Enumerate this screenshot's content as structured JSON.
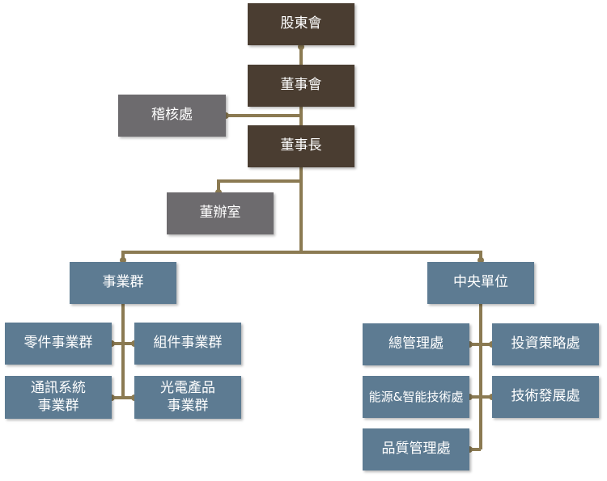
{
  "colors": {
    "top": "#4a3d31",
    "staff": "#6d6b6e",
    "unit": "#5d7b92",
    "connector": "#8b7a52"
  },
  "chart": {
    "shareholders": "股東會",
    "board": "董事會",
    "audit": "稽核處",
    "chairman": "董事長",
    "chairman_office": "董辦室",
    "business_group": {
      "label": "事業群",
      "children": {
        "parts": "零件事業群",
        "components": "組件事業群",
        "comm_line1": "通訊系統",
        "comm_line2": "事業群",
        "opto_line1": "光電產品",
        "opto_line2": "事業群"
      }
    },
    "central_units": {
      "label": "中央單位",
      "children": {
        "general_mgmt": "總管理處",
        "investment": "投資策略處",
        "energy_ai": "能源&智能技術處",
        "tech_dev": "技術發展處",
        "quality": "品質管理處"
      }
    }
  }
}
